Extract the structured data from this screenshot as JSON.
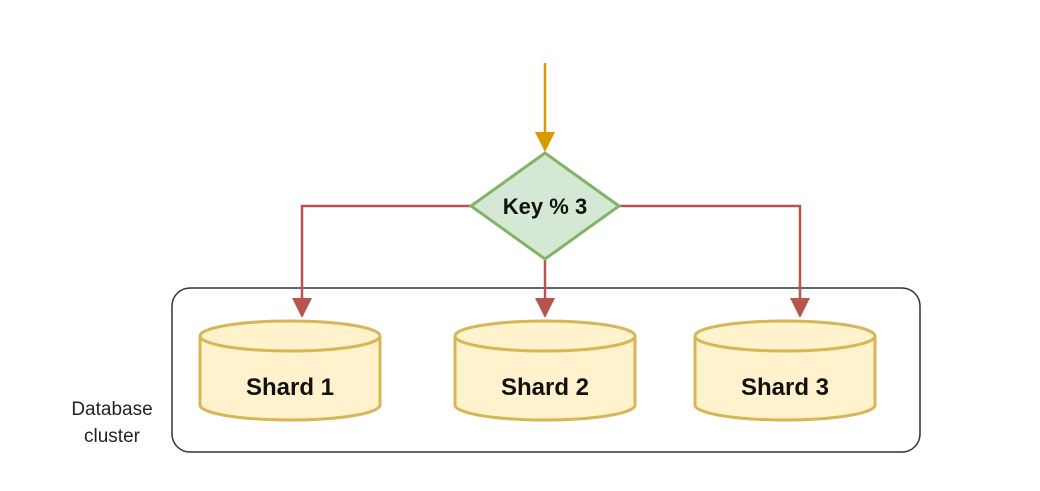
{
  "decision": {
    "label": "Key % 3"
  },
  "shards": [
    {
      "label": "Shard 1"
    },
    {
      "label": "Shard 2"
    },
    {
      "label": "Shard 3"
    }
  ],
  "cluster": {
    "label_line1": "Database",
    "label_line2": "cluster"
  },
  "colors": {
    "input_arrow": "#d79b00",
    "branch_arrow": "#b85450",
    "decision_fill": "#d5e8d4",
    "decision_stroke": "#82b366",
    "shard_fill": "#fff2cc",
    "shard_stroke": "#d6b656",
    "cluster_stroke": "#333333"
  }
}
